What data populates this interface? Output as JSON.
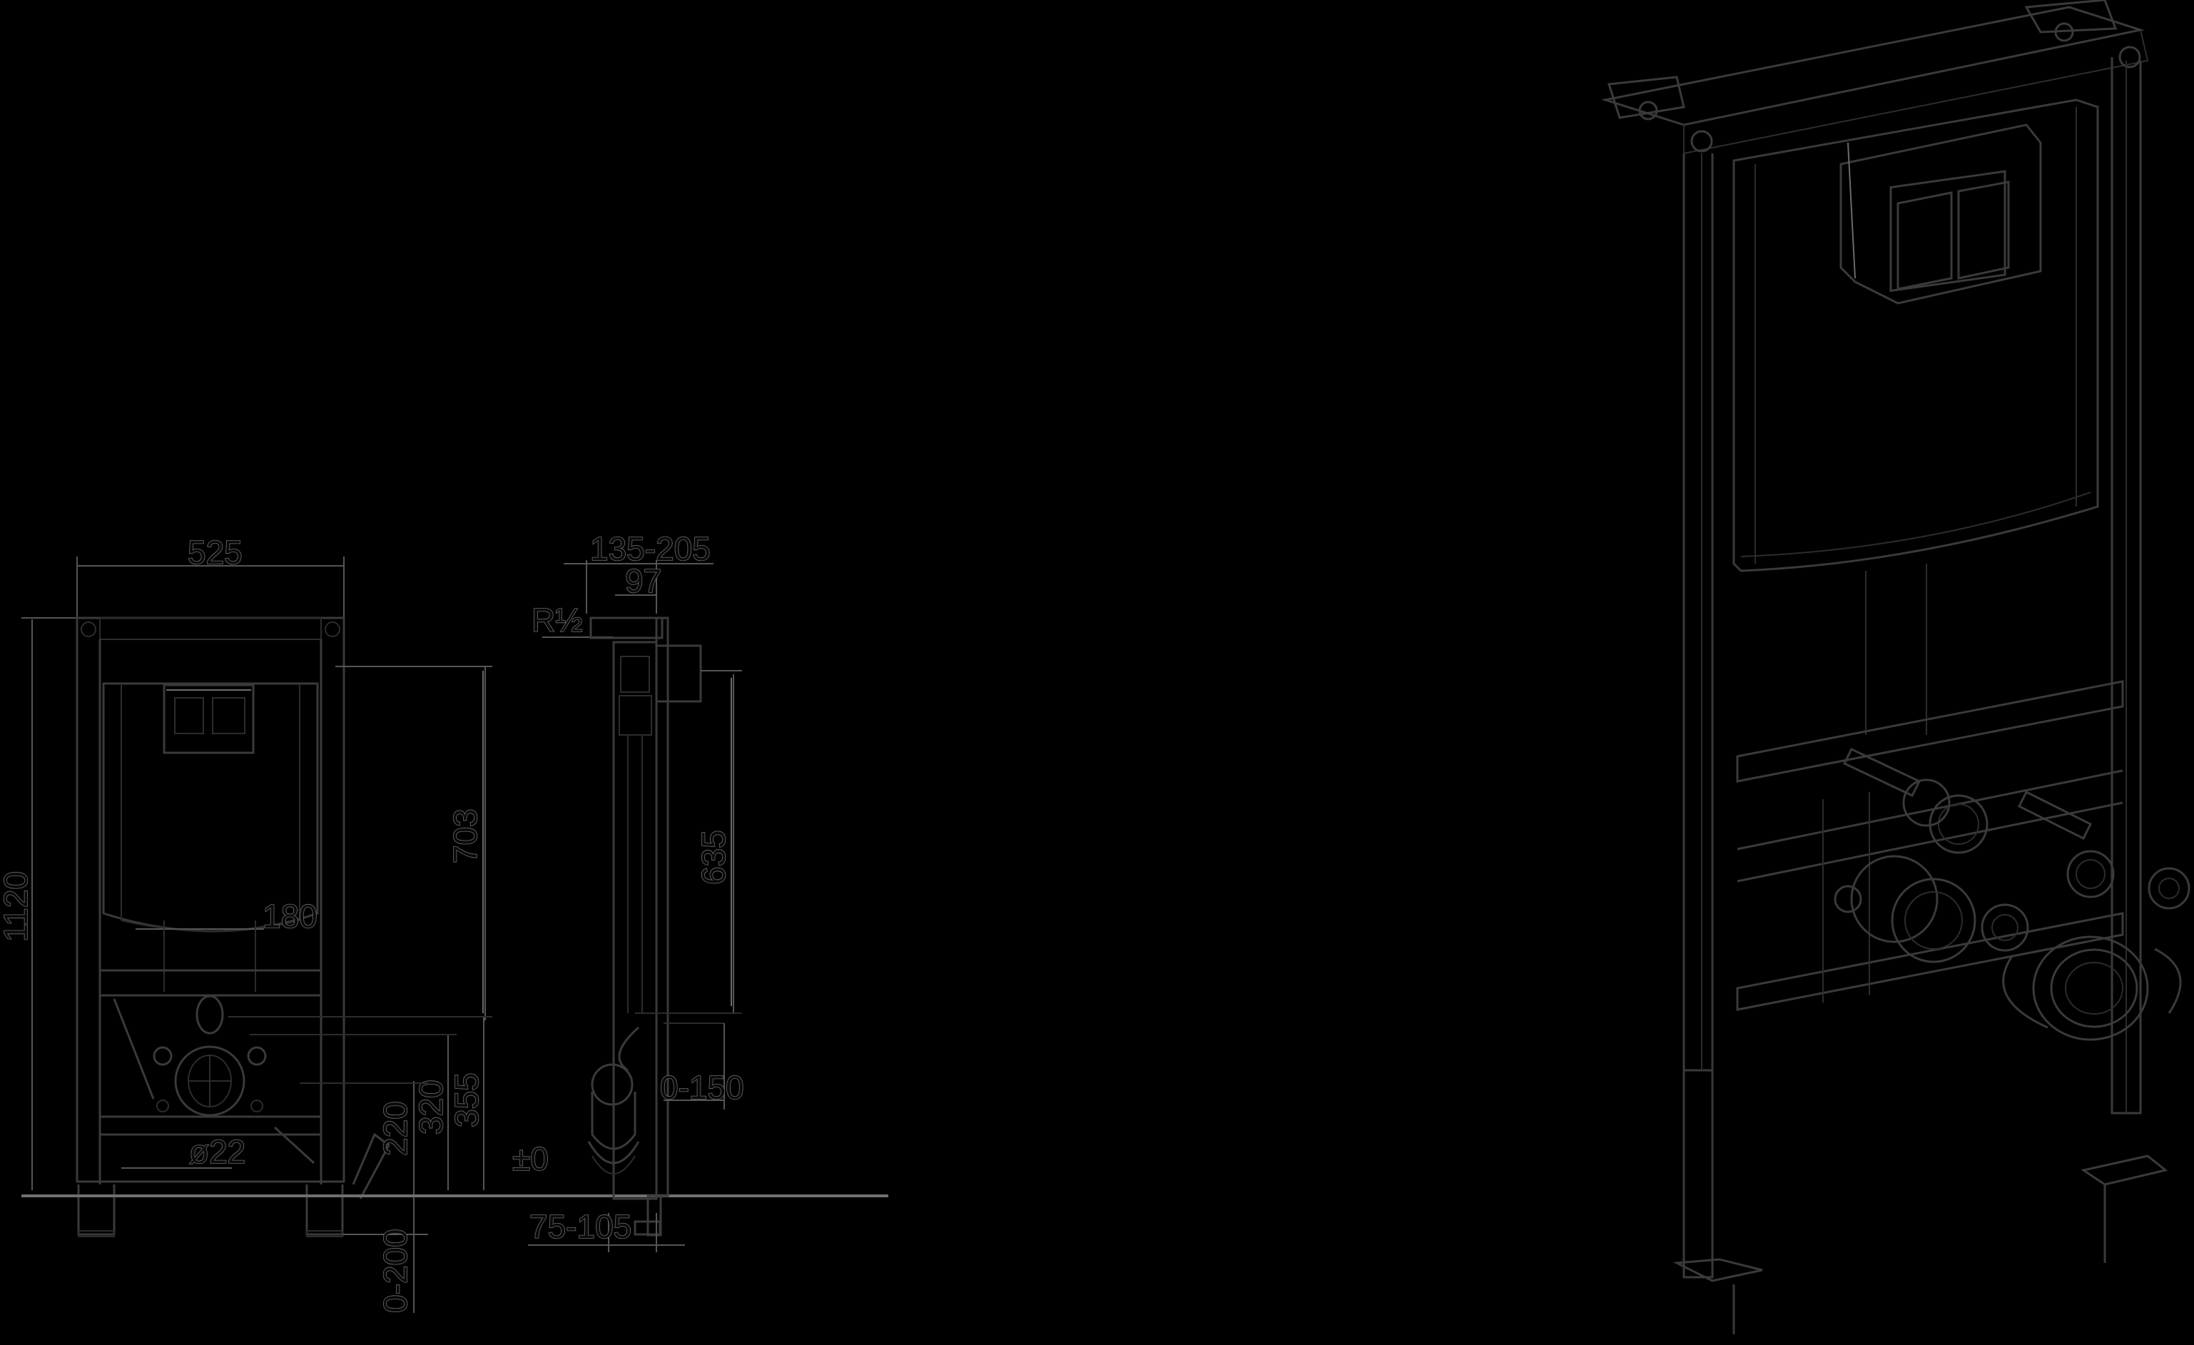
{
  "drawing": {
    "type": "installation-frame-technical-drawing",
    "background": "#000000",
    "line_color": "#3a3a3a",
    "highlight_color": "#6a6a6a"
  },
  "front_view": {
    "dimensions": {
      "width": "525",
      "height": "1120",
      "flush_height": "703",
      "bolt_spacing": "180",
      "pipe_diameter": "ø22",
      "drain_height": "220",
      "fixing_height": "320",
      "waste_height": "355",
      "leg_adjust": "0-200"
    }
  },
  "side_view": {
    "dimensions": {
      "depth": "135-205",
      "inlet_offset": "97",
      "thread": "R½",
      "actuator_height": "635",
      "bracket_adjust": "0-150",
      "floor_level": "±0",
      "foot_depth": "75-105"
    }
  },
  "iso_view": {
    "label": ""
  }
}
